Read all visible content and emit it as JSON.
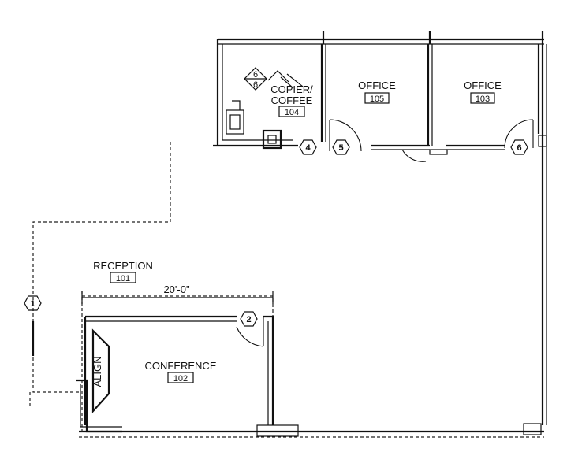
{
  "rooms": {
    "copier": {
      "name_line1": "COPIER/",
      "name_line2": "COFFEE",
      "number": "104"
    },
    "office_a": {
      "name": "OFFICE",
      "number": "105"
    },
    "office_b": {
      "name": "OFFICE",
      "number": "103"
    },
    "reception": {
      "name": "RECEPTION",
      "number": "101"
    },
    "conference": {
      "name": "CONFERENCE",
      "number": "102"
    }
  },
  "dimension": {
    "label": "20'-0\""
  },
  "align_label": "ALIGN",
  "door_tags": [
    "1",
    "2",
    "4",
    "5",
    "6"
  ],
  "symbol_digits": [
    "6",
    "6"
  ]
}
